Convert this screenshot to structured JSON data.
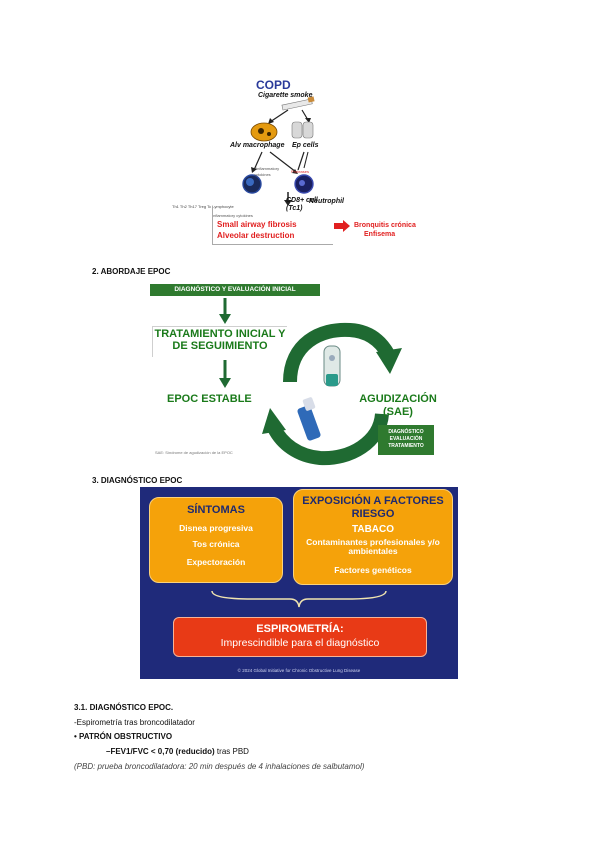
{
  "copd_figure": {
    "title": "COPD",
    "smoke": "Cigarette smoke",
    "macrophage": "Alv macrophage",
    "ep_cells": "Ep cells",
    "cd8": "CD8+ cell",
    "tc1": "(Tc1)",
    "neutrophil": "Neutrophil",
    "t_helper": "Th1 Th2 Th17 Treg Tc Lymphocyte",
    "tr_a": "Inflammatory",
    "tr_b": "cytokines",
    "tr_c": "Proteases",
    "tr_d": "Inflammatory cytokines",
    "fibrosis": "Small airway fibrosis",
    "destruction": "Alveolar destruction",
    "result_a": "Bronquitis crónica",
    "result_b": "Enfisema"
  },
  "section2": {
    "heading": "2.  ABORDAJE EPOC"
  },
  "abordaje": {
    "dx_box": "DIAGNÓSTICO Y EVALUACIÓN INICIAL",
    "tratamiento": "TRATAMIENTO INICIAL Y DE SEGUIMIENTO",
    "estable": "EPOC ESTABLE",
    "agudizacion": "AGUDIZACIÓN (SAE)",
    "agud_box": [
      "DIAGNÓSTICO",
      "EVALUACIÓN",
      "TRATAMIENTO"
    ],
    "sae_note": "SAE: Síndrome de agudización de la EPOC",
    "colors": {
      "green": "#1a7a1a",
      "box_green": "#2f7a2f",
      "arrow_green": "#1f6a32"
    }
  },
  "section3": {
    "heading": "3.  DIAGNÓSTICO EPOC"
  },
  "diagnostico_slide": {
    "sintomas_title": "SÍNTOMAS",
    "sintomas": [
      "Disnea progresiva",
      "Tos crónica",
      "Expectoración"
    ],
    "expo_title": "EXPOSICIÓN A FACTORES RIESGO",
    "tabaco": "TABACO",
    "contaminantes": "Contaminantes profesionales y/o ambientales",
    "geneticos": "Factores genéticos",
    "espirometria_title": "ESPIROMETRÍA:",
    "espirometria_sub": "Imprescindible para el diagnóstico",
    "gold_note": "© 2024 Global Initiative for Chronic Obstructive Lung Disease",
    "colors": {
      "background": "#1f2a7a",
      "orange": "#f5a20a",
      "red": "#e83a16"
    }
  },
  "section31": {
    "title": "3.1. DIAGNÓSTICO EPOC.",
    "line1": "-Espirometría tras broncodilatador",
    "line2": "• PATRÓN OBSTRUCTIVO",
    "line3_prefix": "–FEV1/FVC < 0,70 ",
    "line3_bold": "(reducido)",
    "line3_suffix": " tras PBD",
    "line4": "(PBD: prueba broncodilatadora: 20 min después de 4 inhalaciones de salbutamol)"
  }
}
